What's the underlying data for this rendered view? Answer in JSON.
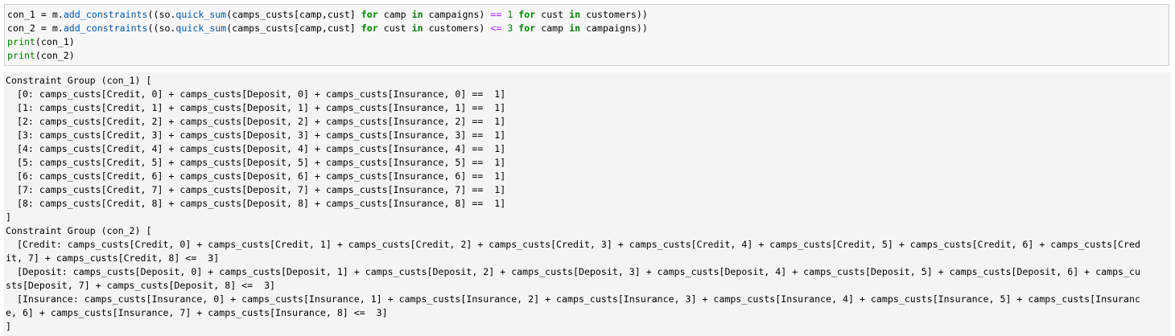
{
  "input_cell": {
    "lines": [
      [
        {
          "t": "con_1 = m.",
          "c": ""
        },
        {
          "t": "add_constraints",
          "c": "fn"
        },
        {
          "t": "((so.",
          "c": ""
        },
        {
          "t": "quick_sum",
          "c": "fn"
        },
        {
          "t": "(camps_custs[camp,cust] ",
          "c": ""
        },
        {
          "t": "for",
          "c": "kw"
        },
        {
          "t": " camp ",
          "c": ""
        },
        {
          "t": "in",
          "c": "kw"
        },
        {
          "t": " campaigns) ",
          "c": ""
        },
        {
          "t": "==",
          "c": "op"
        },
        {
          "t": " ",
          "c": ""
        },
        {
          "t": "1",
          "c": "num"
        },
        {
          "t": " ",
          "c": ""
        },
        {
          "t": "for",
          "c": "kw"
        },
        {
          "t": " cust ",
          "c": ""
        },
        {
          "t": "in",
          "c": "kw"
        },
        {
          "t": " customers))",
          "c": ""
        }
      ],
      [
        {
          "t": "con_2 = m.",
          "c": ""
        },
        {
          "t": "add_constraints",
          "c": "fn"
        },
        {
          "t": "((so.",
          "c": ""
        },
        {
          "t": "quick_sum",
          "c": "fn"
        },
        {
          "t": "(camps_custs[camp,cust] ",
          "c": ""
        },
        {
          "t": "for",
          "c": "kw"
        },
        {
          "t": " cust ",
          "c": ""
        },
        {
          "t": "in",
          "c": "kw"
        },
        {
          "t": " customers) ",
          "c": ""
        },
        {
          "t": "<=",
          "c": "op"
        },
        {
          "t": " ",
          "c": ""
        },
        {
          "t": "3",
          "c": "num"
        },
        {
          "t": " ",
          "c": ""
        },
        {
          "t": "for",
          "c": "kw"
        },
        {
          "t": " camp ",
          "c": ""
        },
        {
          "t": "in",
          "c": "kw"
        },
        {
          "t": " campaigns))",
          "c": ""
        }
      ],
      [
        {
          "t": "print",
          "c": "bi"
        },
        {
          "t": "(con_1)",
          "c": ""
        }
      ],
      [
        {
          "t": "print",
          "c": "bi"
        },
        {
          "t": "(con_2)",
          "c": ""
        }
      ]
    ]
  },
  "output_cell": {
    "lines": [
      "Constraint Group (con_1) [",
      "  [0: camps_custs[Credit, 0] + camps_custs[Deposit, 0] + camps_custs[Insurance, 0] ==  1]",
      "  [1: camps_custs[Credit, 1] + camps_custs[Deposit, 1] + camps_custs[Insurance, 1] ==  1]",
      "  [2: camps_custs[Credit, 2] + camps_custs[Deposit, 2] + camps_custs[Insurance, 2] ==  1]",
      "  [3: camps_custs[Credit, 3] + camps_custs[Deposit, 3] + camps_custs[Insurance, 3] ==  1]",
      "  [4: camps_custs[Credit, 4] + camps_custs[Deposit, 4] + camps_custs[Insurance, 4] ==  1]",
      "  [5: camps_custs[Credit, 5] + camps_custs[Deposit, 5] + camps_custs[Insurance, 5] ==  1]",
      "  [6: camps_custs[Credit, 6] + camps_custs[Deposit, 6] + camps_custs[Insurance, 6] ==  1]",
      "  [7: camps_custs[Credit, 7] + camps_custs[Deposit, 7] + camps_custs[Insurance, 7] ==  1]",
      "  [8: camps_custs[Credit, 8] + camps_custs[Deposit, 8] + camps_custs[Insurance, 8] ==  1]",
      "]",
      "Constraint Group (con_2) [",
      "  [Credit: camps_custs[Credit, 0] + camps_custs[Credit, 1] + camps_custs[Credit, 2] + camps_custs[Credit, 3] + camps_custs[Credit, 4] + camps_custs[Credit, 5] + camps_custs[Credit, 6] + camps_custs[Cred",
      "it, 7] + camps_custs[Credit, 8] <=  3]",
      "  [Deposit: camps_custs[Deposit, 0] + camps_custs[Deposit, 1] + camps_custs[Deposit, 2] + camps_custs[Deposit, 3] + camps_custs[Deposit, 4] + camps_custs[Deposit, 5] + camps_custs[Deposit, 6] + camps_cu",
      "sts[Deposit, 7] + camps_custs[Deposit, 8] <=  3]",
      "  [Insurance: camps_custs[Insurance, 0] + camps_custs[Insurance, 1] + camps_custs[Insurance, 2] + camps_custs[Insurance, 3] + camps_custs[Insurance, 4] + camps_custs[Insurance, 5] + camps_custs[Insuranc",
      "e, 6] + camps_custs[Insurance, 7] + camps_custs[Insurance, 8] <=  3]",
      "]"
    ]
  }
}
